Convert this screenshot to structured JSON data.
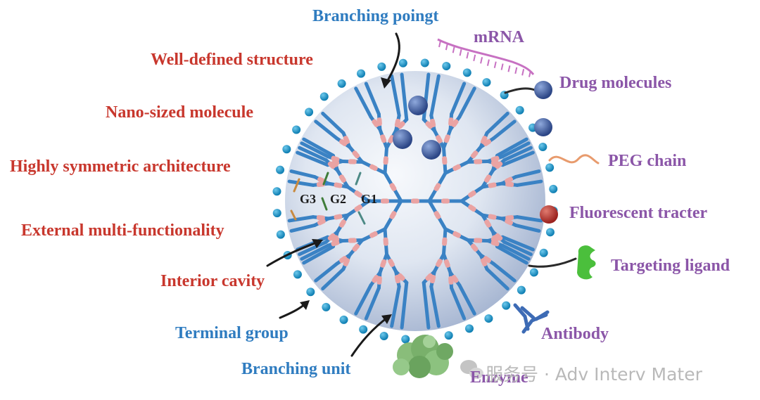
{
  "labels": {
    "branching_point": "Branching poingt",
    "well_defined": "Well-defined structure",
    "nano_sized": "Nano-sized molecule",
    "symmetric": "Highly symmetric architecture",
    "external": "External multi-functionality",
    "interior_cavity": "Interior cavity",
    "terminal_group": "Terminal group",
    "branching_unit": "Branching unit",
    "mrna": "mRNA",
    "drug_molecules": "Drug molecules",
    "peg_chain": "PEG chain",
    "fluorescent": "Fluorescent tracter",
    "targeting_ligand": "Targeting ligand",
    "antibody": "Antibody",
    "enzyme": "Enzyme"
  },
  "generations": {
    "g3": "G3",
    "g2": "G2",
    "g1": "G1"
  },
  "watermark": {
    "text": "服务号 · Adv Interv Mater",
    "icon": "wechat-icon"
  },
  "colors": {
    "red_labels": "#c8372d",
    "blue_labels": "#2f7cc0",
    "purple_labels": "#8b56a8",
    "branch": "#3a82c4",
    "node": "#eaa3a3",
    "terminal": "#1f9bd0",
    "drug": "#3d5b9e",
    "fluorescent": "#b83a36",
    "ligand": "#4bbf3c",
    "antibody": "#3d6bb5",
    "peg": "#e89b6d",
    "mrna": "#c771c2",
    "enzyme": "#7fb772"
  }
}
